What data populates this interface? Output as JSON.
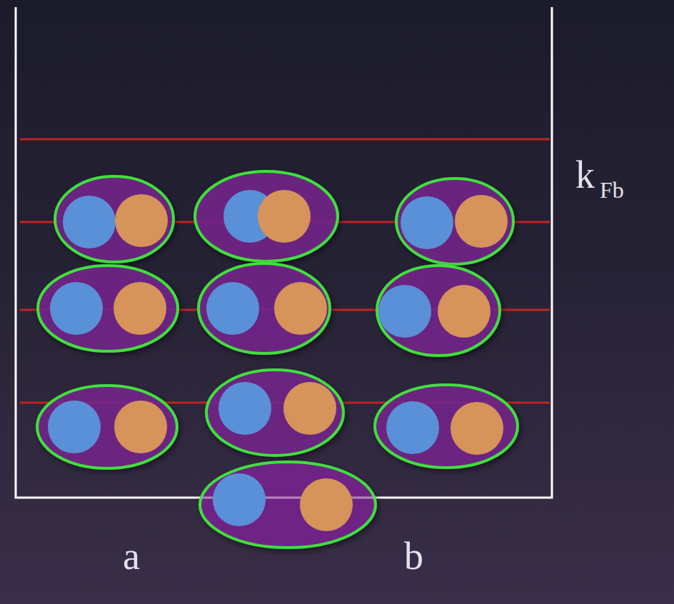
{
  "diagram": {
    "labels": [
      "k",
      "Fb",
      "a",
      "b"
    ]
  }
}
